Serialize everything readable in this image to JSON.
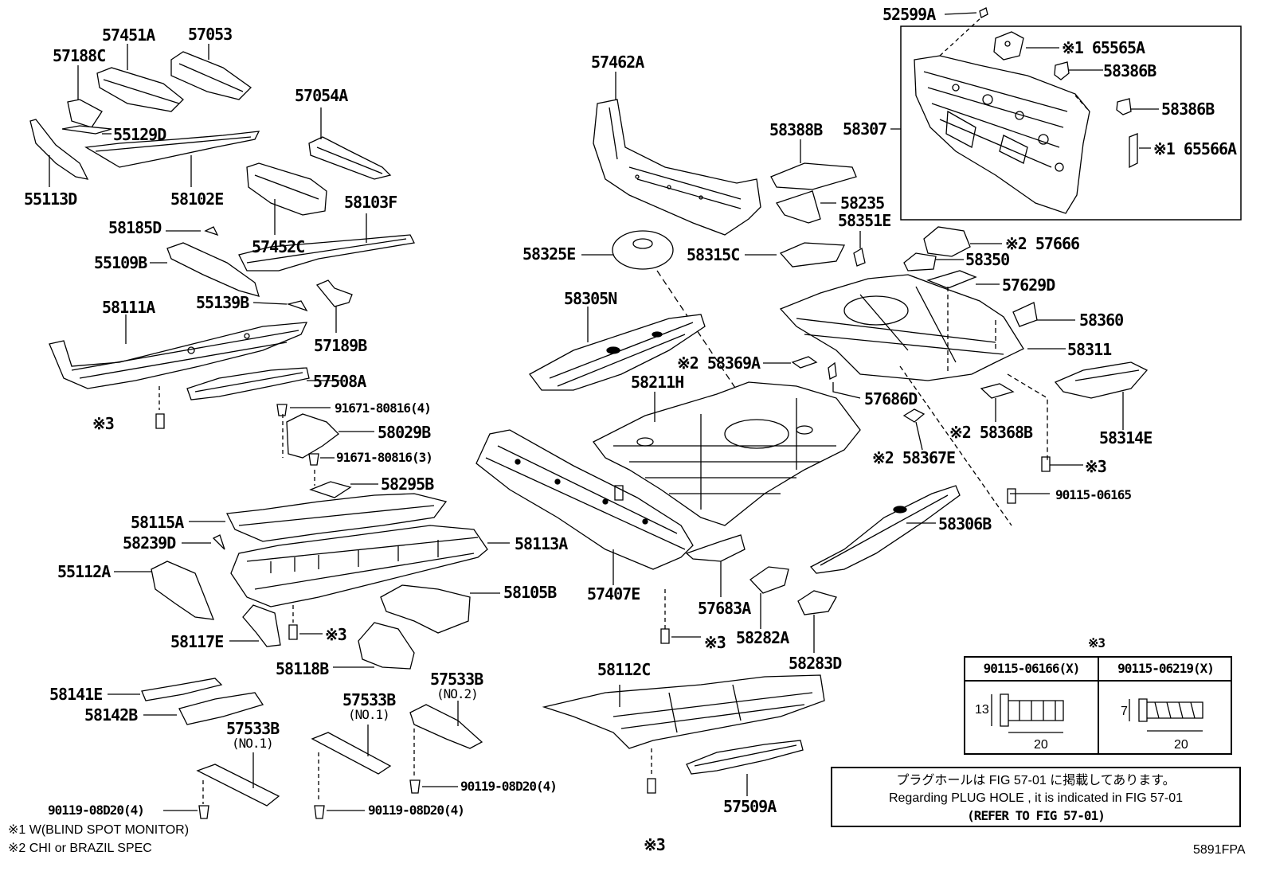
{
  "parts": {
    "p52599A": "52599A",
    "p65565A": "※1 65565A",
    "p58386B_1": "58386B",
    "p58386B_2": "58386B",
    "p65566A": "※1 65566A",
    "p58307": "58307",
    "p57462A": "57462A",
    "p58388B": "58388B",
    "p58235": "58235",
    "p58351E": "58351E",
    "p57666": "※2 57666",
    "p58350": "58350",
    "p58325E": "58325E",
    "p58315C": "58315C",
    "p57629D": "57629D",
    "p58360": "58360",
    "p58311": "58311",
    "p58305N": "58305N",
    "p58369A": "※2 58369A",
    "p57686D": "57686D",
    "p58211H": "58211H",
    "p58368B": "※2 58368B",
    "p58314E": "58314E",
    "p58367E": "※2 58367E",
    "p90115_06165": "90115-06165",
    "p58306B": "58306B",
    "p57451A": "57451A",
    "p57053": "57053",
    "p57188C": "57188C",
    "p55129D": "55129D",
    "p57054A": "57054A",
    "p55113D": "55113D",
    "p58102E": "58102E",
    "p58103F": "58103F",
    "p58185D": "58185D",
    "p57452C": "57452C",
    "p55109B": "55109B",
    "p55139B": "55139B",
    "p57189B": "57189B",
    "p58111A": "58111A",
    "p57508A": "57508A",
    "p91671_a": "91671-80816(4)",
    "p58029B": "58029B",
    "p91671_b": "91671-80816(3)",
    "p58295B": "58295B",
    "p58115A": "58115A",
    "p58239D": "58239D",
    "p58113A": "58113A",
    "p55112A": "55112A",
    "p58105B": "58105B",
    "p57407E": "57407E",
    "p57683A": "57683A",
    "p58282A": "58282A",
    "p58117E": "58117E",
    "p58118B": "58118B",
    "p58283D": "58283D",
    "p58112C": "58112C",
    "p58141E": "58141E",
    "p58142B": "58142B",
    "p57533B_no1a": "57533B",
    "p57533B_no1a_sub": "(NO.1)",
    "p57533B_no1b": "57533B",
    "p57533B_no1b_sub": "(NO.1)",
    "p57533B_no2": "57533B",
    "p57533B_no2_sub": "(NO.2)",
    "p90119_a": "90119-08D20(4)",
    "p90119_b": "90119-08D20(4)",
    "p90119_c": "90119-08D20(4)",
    "p57509A": "57509A",
    "mark3": "※3"
  },
  "spec_table": {
    "title": "※3",
    "col1_header": "90115-06166(X)",
    "col2_header": "90115-06219(X)",
    "col1_dim_h": "13",
    "col1_dim_l": "20",
    "col2_dim_h": "7",
    "col2_dim_l": "20"
  },
  "notice": {
    "line1": "プラグホールは FIG 57-01 に掲載してあります。",
    "line2": "Regarding  PLUG  HOLE , it is indicated in FIG 57-01",
    "line3": "(REFER TO FIG 57-01)"
  },
  "footnotes": {
    "note1": "※1 W(BLIND SPOT MONITOR)",
    "note2": "※2 CHI or BRAZIL SPEC"
  },
  "figure_code": "5891FPA"
}
